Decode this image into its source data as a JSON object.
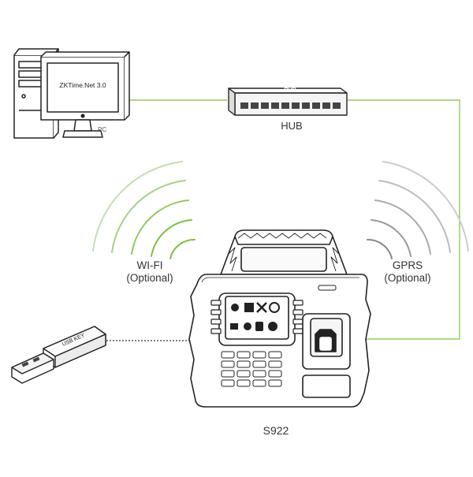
{
  "pc": {
    "screen_text": "ZKTime.Net 3.0",
    "label": "PC"
  },
  "hub": {
    "device_text": "HUB",
    "label": "HUB"
  },
  "wifi": {
    "line1": "WI-FI",
    "line2": "(Optional)"
  },
  "gprs": {
    "line1": "GPRS",
    "line2": "(Optional)"
  },
  "usb": {
    "device_text": "USB KEY"
  },
  "device": {
    "label": "S922"
  },
  "colors": {
    "link": "#7dc142",
    "outline": "#222222",
    "signal": "#7dc142",
    "signal_gray": "#aaaaaa"
  },
  "icons": [
    "pc-tower-icon",
    "monitor-icon",
    "hub-icon",
    "usb-key-icon",
    "wifi-signal-icon",
    "gprs-signal-icon",
    "time-attendance-terminal-icon"
  ]
}
